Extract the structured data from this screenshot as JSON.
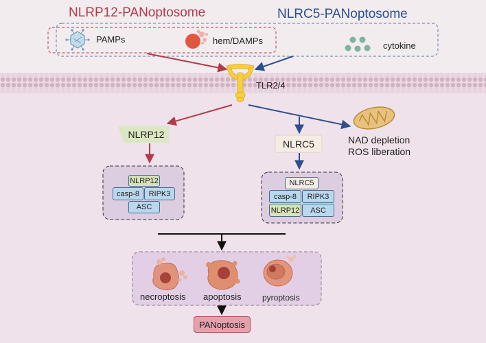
{
  "titles": {
    "left": "NLRP12-PANoptosome",
    "right": "NLRC5-PANoptosome"
  },
  "ligands": {
    "pamps": "PAMPs",
    "hem": "hem/DAMPs",
    "cytokine": "cytokine"
  },
  "receptor": "TLR2/4",
  "sensors": {
    "nlrp12": "NLRP12",
    "nlrc5": "NLRC5"
  },
  "mito_effects": {
    "line1": "NAD depletion",
    "line2": "ROS liberation"
  },
  "complex_left": {
    "top": "NLRP12",
    "left": "casp-8",
    "right": "RIPK3",
    "bottom": "ASC"
  },
  "complex_right": {
    "top": "NLRC5",
    "left": "casp-8",
    "right": "RIPK3",
    "bottom_left": "NLRP12",
    "bottom_right": "ASC"
  },
  "cell_deaths": {
    "necroptosis": "necroptosis",
    "apoptosis": "apoptosis",
    "pyroptosis": "pyroptosis"
  },
  "outcome": "PANoptosis",
  "colors": {
    "nlrp12_path": "#b23a4a",
    "nlrc5_path": "#2d4f8c",
    "membrane": "#d7b9c9",
    "cytoplasm": "#efe3ea"
  },
  "icons": [
    "virus-icon",
    "heme-particle-icon",
    "cytokine-dots-icon",
    "tlr-receptor-icon",
    "mitochondrion-icon",
    "necroptotic-cell-icon",
    "apoptotic-cell-icon",
    "pyroptotic-cell-icon"
  ]
}
